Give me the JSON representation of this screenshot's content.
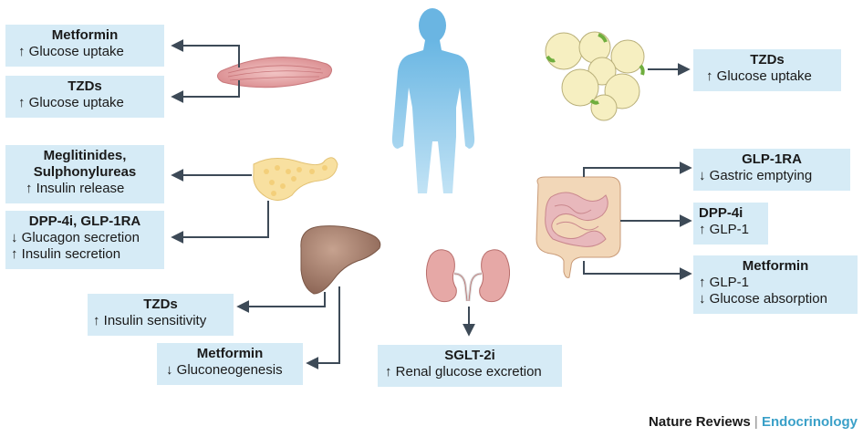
{
  "boxes": {
    "muscle_metformin": {
      "title": "Metformin",
      "lines": [
        "↑ Glucose uptake"
      ]
    },
    "muscle_tzds": {
      "title": "TZDs",
      "lines": [
        "↑ Glucose uptake"
      ]
    },
    "pancreas_megli": {
      "title": "Meglitinides, Sulphonylureas",
      "lines": [
        "↑ Insulin release"
      ]
    },
    "pancreas_dpp": {
      "title": "DPP-4i, GLP-1RA",
      "lines": [
        "↓ Glucagon secretion",
        "↑ Insulin secretion"
      ]
    },
    "liver_tzds": {
      "title": "TZDs",
      "lines": [
        "↑ Insulin sensitivity"
      ]
    },
    "liver_metformin": {
      "title": "Metformin",
      "lines": [
        "↓ Gluconeogenesis"
      ]
    },
    "kidney_sglt2": {
      "title": "SGLT-2i",
      "lines": [
        "↑ Renal glucose excretion"
      ]
    },
    "fat_tzds": {
      "title": "TZDs",
      "lines": [
        "↑ Glucose uptake"
      ]
    },
    "gut_glp1ra": {
      "title": "GLP-1RA",
      "lines": [
        "↓ Gastric emptying"
      ]
    },
    "gut_dpp4i": {
      "title": "DPP-4i",
      "lines": [
        "↑ GLP-1"
      ]
    },
    "gut_metformin": {
      "title": "Metformin",
      "lines": [
        "↑ GLP-1",
        "↓ Glucose absorption"
      ]
    }
  },
  "credit": {
    "publisher": "Nature Reviews",
    "separator": "|",
    "journal": "Endocrinology"
  },
  "colors": {
    "box": "#d6ebf6",
    "arrow": "#3d4a57",
    "body": "#86c4e6",
    "muscle": "#e8a3a5",
    "pancreas": "#f8e3a6",
    "liver": "#a8826f",
    "kidney": "#e6a8a6",
    "fat": "#f6efc1",
    "intestine": "#e7c2c3"
  }
}
